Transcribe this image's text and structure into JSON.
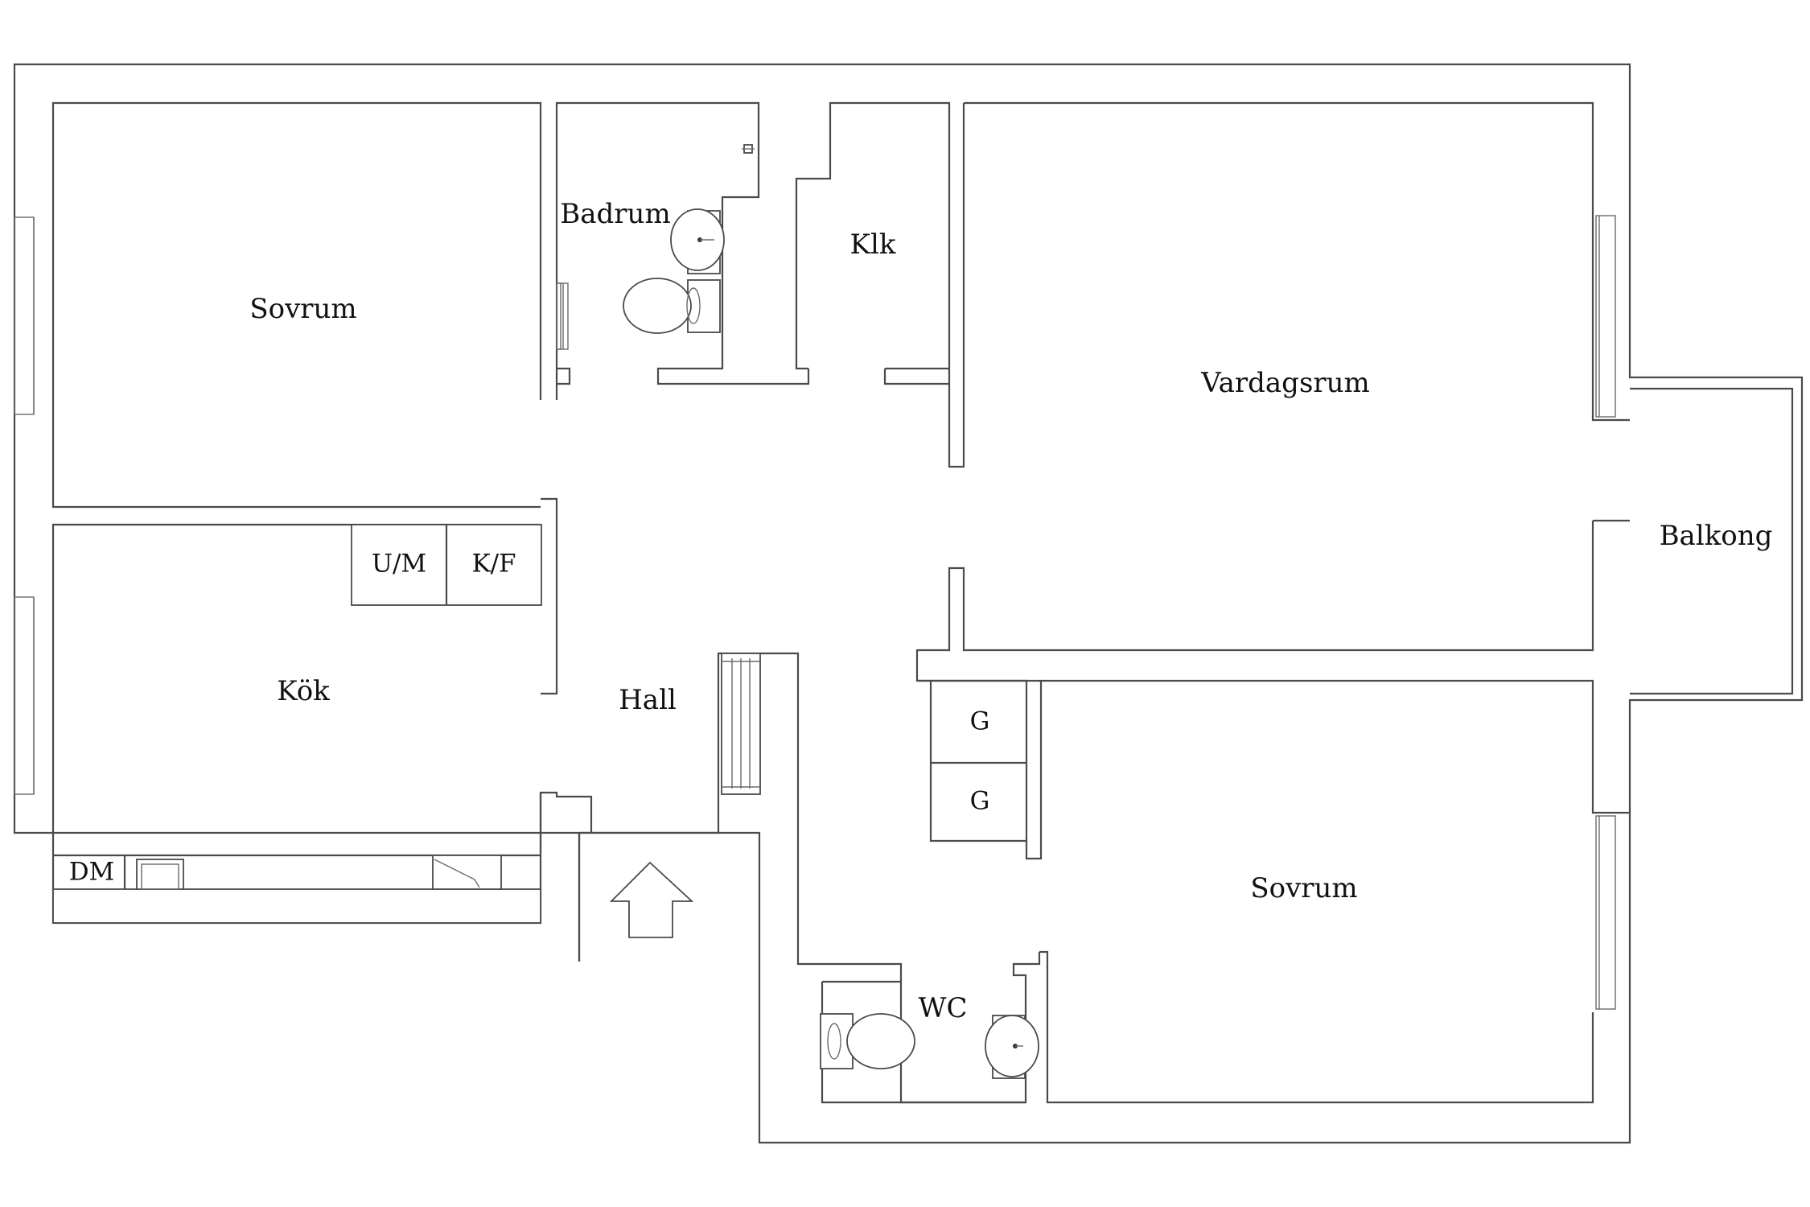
{
  "rooms": {
    "sovrum_top": "Sovrum",
    "badrum": "Badrum",
    "klk": "Klk",
    "vardagsrum": "Vardagsrum",
    "balkong": "Balkong",
    "kok": "Kök",
    "hall": "Hall",
    "sovrum_bottom": "Sovrum",
    "wc": "WC"
  },
  "fixtures": {
    "um": "U/M",
    "kf": "K/F",
    "dm": "DM",
    "g1": "G",
    "g2": "G"
  },
  "icons": {
    "entrance": "entrance-arrow-icon",
    "toilet": "toilet-icon",
    "sink": "sink-icon",
    "radiator": "radiator-icon"
  }
}
